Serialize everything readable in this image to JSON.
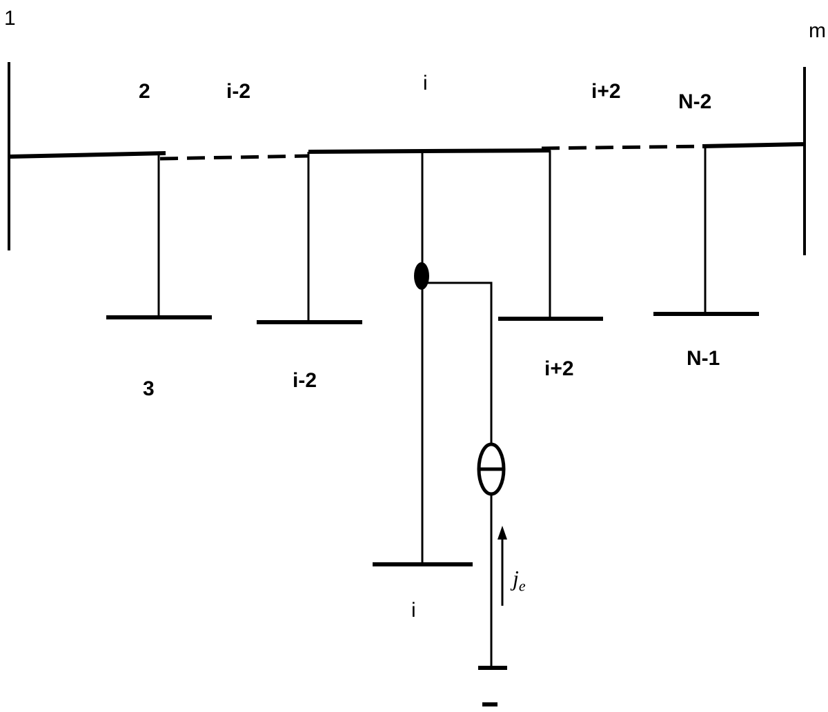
{
  "nodes": {
    "left_end": "1",
    "right_end": "m",
    "upper": [
      "2",
      "i-2",
      "i",
      "i+2",
      "N-2"
    ],
    "lower": [
      "3",
      "i-2",
      "i+2",
      "N-1"
    ],
    "injection_branch": "i"
  },
  "source": {
    "current_symbol": "j",
    "current_subscript": "e"
  }
}
